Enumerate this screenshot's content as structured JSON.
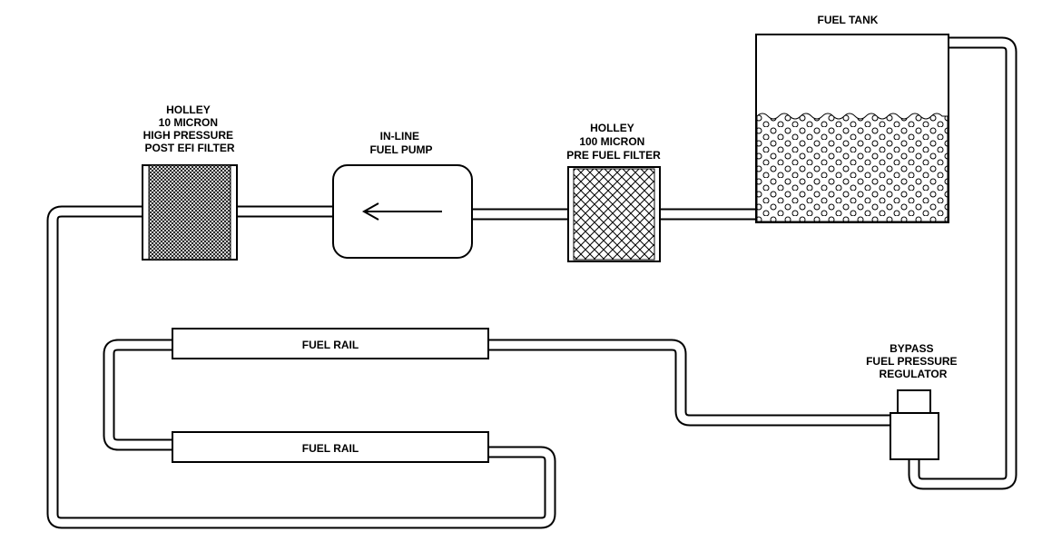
{
  "labels": {
    "fuel_tank": "FUEL TANK",
    "post_filter": [
      "HOLLEY",
      "10 MICRON",
      "HIGH PRESSURE",
      "POST EFI FILTER"
    ],
    "fuel_pump": [
      "IN-LINE",
      "FUEL PUMP"
    ],
    "pre_filter": [
      "HOLLEY",
      "100 MICRON",
      "PRE FUEL FILTER"
    ],
    "fuel_rail_top": "FUEL RAIL",
    "fuel_rail_bottom": "FUEL RAIL",
    "regulator": [
      "BYPASS",
      "FUEL PRESSURE",
      "REGULATOR"
    ]
  }
}
